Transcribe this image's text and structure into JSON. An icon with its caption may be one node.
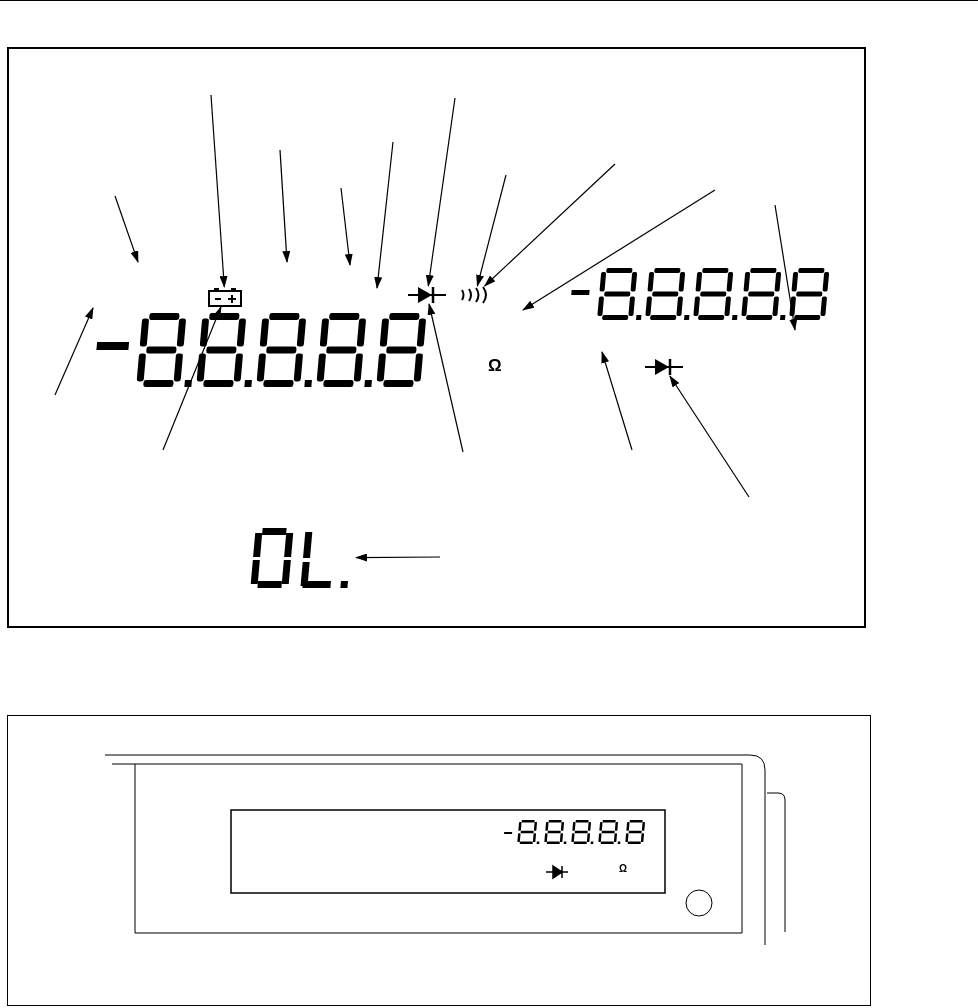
{
  "diagram": {
    "nodes": [
      {
        "text": [],
        "shape": "picture"
      },
      {
        "text": [],
        "shape": "picture"
      },
      {
        "text": [],
        "shape": "picture"
      },
      {
        "text": [],
        "shape": "picture"
      },
      {
        "text": [],
        "shape": "picture"
      }
    ],
    "edges": [
      {
        "from": null,
        "to": 0,
        "arrow": "to"
      },
      {
        "from": null,
        "to": 1,
        "arrow": "to"
      },
      {
        "from": null,
        "to": 2,
        "arrow": "to"
      },
      {
        "from": null,
        "to": 1,
        "arrow": "to"
      },
      {
        "from": null,
        "to": 3,
        "arrow": "to"
      },
      {
        "from": null,
        "to": 4,
        "arrow": "to"
      },
      {
        "from": null,
        "to": 0,
        "arrow": "to"
      },
      {
        "from": null,
        "to": 2,
        "arrow": "to"
      }
    ],
    "labels": [
      "Ω",
      "Ω"
    ]
  }
}
